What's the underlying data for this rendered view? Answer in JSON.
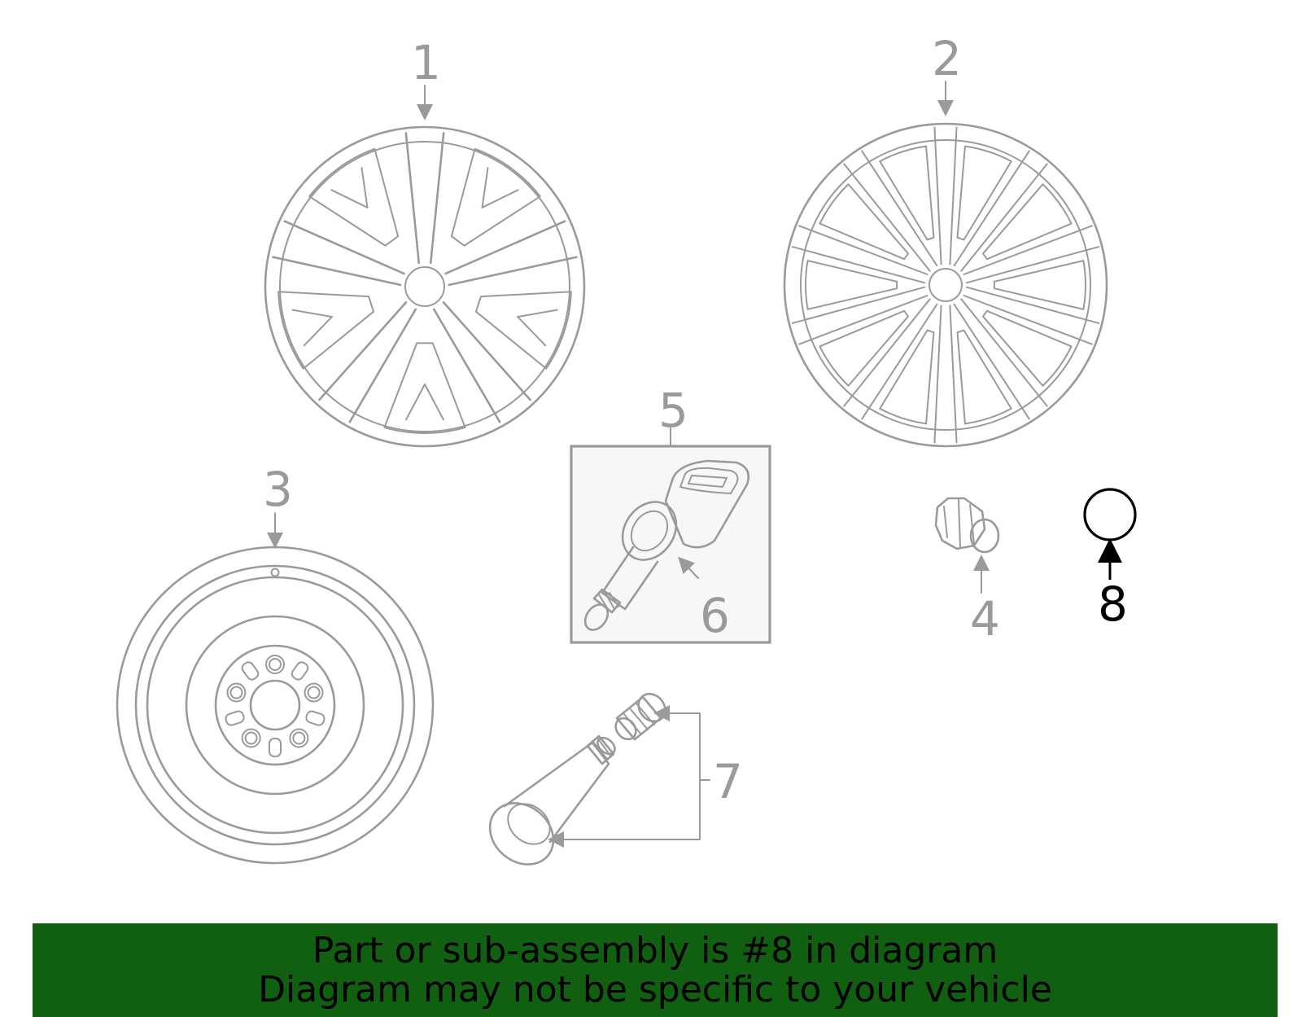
{
  "callouts": [
    {
      "id": "1",
      "label": "1"
    },
    {
      "id": "2",
      "label": "2"
    },
    {
      "id": "3",
      "label": "3"
    },
    {
      "id": "4",
      "label": "4"
    },
    {
      "id": "5",
      "label": "5"
    },
    {
      "id": "6",
      "label": "6"
    },
    {
      "id": "7",
      "label": "7"
    },
    {
      "id": "8",
      "label": "8",
      "highlighted": true
    }
  ],
  "banner": {
    "line1": "Part or sub-assembly is #8 in diagram",
    "line2": "Diagram may not be specific to your vehicle",
    "background": "#116011",
    "text_color": "#000000"
  },
  "colors": {
    "line_art": "#9a9a9a",
    "highlight": "#000000",
    "kit_box_fill": "#f7f7f7"
  }
}
